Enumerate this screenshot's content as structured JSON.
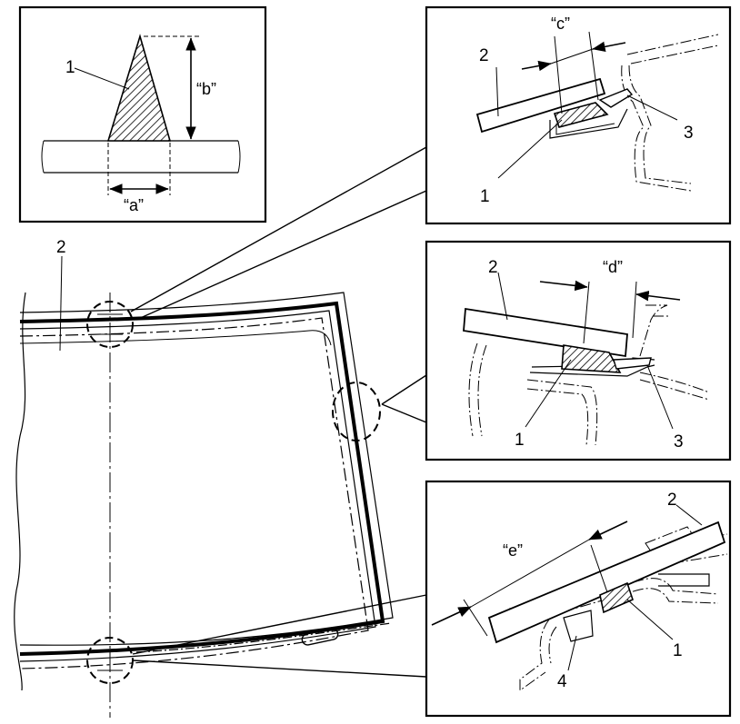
{
  "callouts": {
    "bead": "1",
    "glass": "2",
    "spacer": "3",
    "clip": "4"
  },
  "dimensions": {
    "a": "“a”",
    "b": "“b”",
    "c": "“c”",
    "d": "“d”",
    "e": "“e”"
  }
}
